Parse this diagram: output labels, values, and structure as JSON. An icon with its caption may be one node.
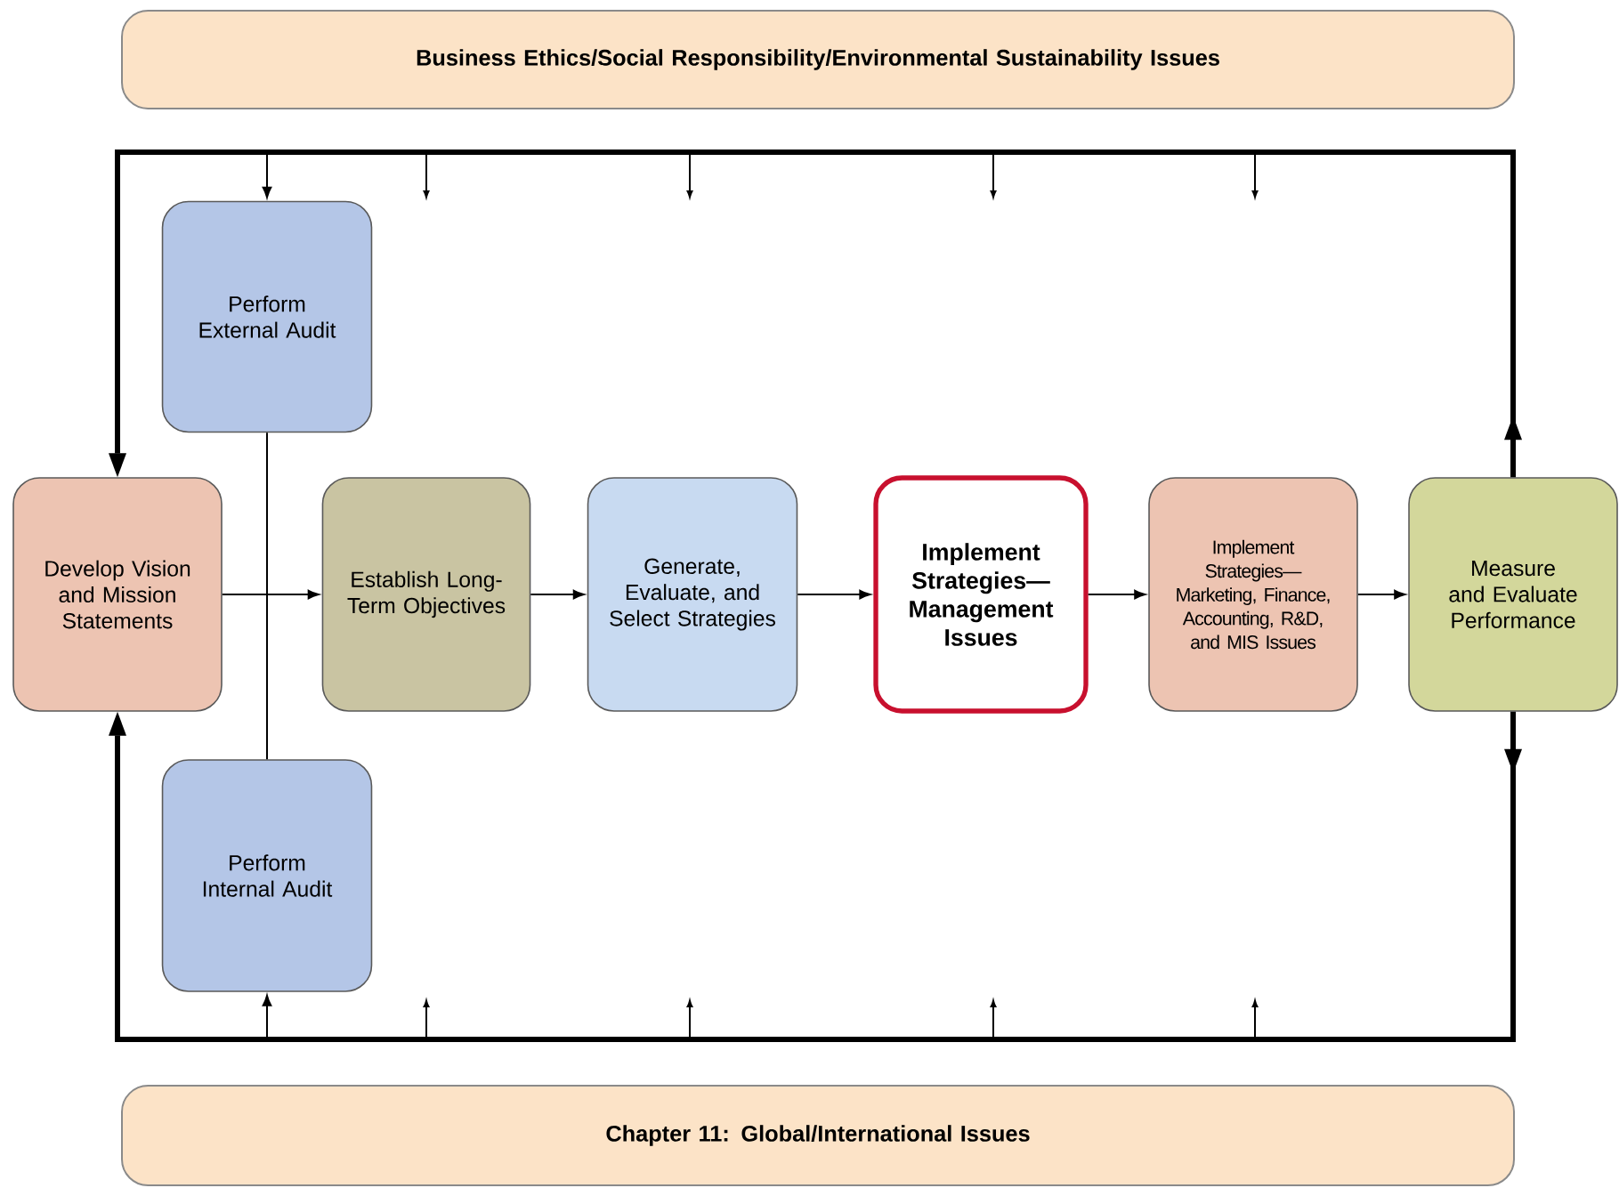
{
  "diagram": {
    "nodes": [
      {
        "text": [
          "Business Ethics/Social Responsibility/Environmental Sustainability Issues"
        ]
      },
      {
        "text": [
          "Perform External Audit"
        ]
      },
      {
        "text": [
          "Develop Vision and Mission Statements"
        ]
      },
      {
        "text": [
          "Establish Long-Term Objectives"
        ]
      },
      {
        "text": [
          "Generate, Evaluate, and Select Strategies"
        ]
      },
      {
        "text": [
          "Implement Strategies—Management Issues"
        ]
      },
      {
        "text": [
          "Implement Strategies—Marketing, Finance, Accounting, R&D, and MIS Issues"
        ]
      },
      {
        "text": [
          "Measure and Evaluate Performance"
        ]
      },
      {
        "text": [
          "Perform Internal Audit"
        ]
      },
      {
        "text": [
          "Chapter 11:  Global/International Issues"
        ]
      }
    ],
    "edges": [
      {
        "from": 1,
        "to": 8,
        "arrow": "none"
      },
      {
        "from": 2,
        "to": 3,
        "arrow": "to"
      },
      {
        "from": 3,
        "to": 4,
        "arrow": "to"
      },
      {
        "from": 4,
        "to": 5,
        "arrow": "to"
      },
      {
        "from": 5,
        "to": 6,
        "arrow": "to"
      },
      {
        "from": 6,
        "to": 7,
        "arrow": "to"
      },
      {
        "from": 7,
        "to": 2,
        "arrow": "to",
        "style": "thick"
      },
      {
        "from": 7,
        "to": 2,
        "arrow": "to",
        "style": "thick"
      },
      {
        "from": null,
        "to": 1,
        "arrow": "to"
      },
      {
        "from": null,
        "to": 8,
        "arrow": "to"
      }
    ]
  }
}
